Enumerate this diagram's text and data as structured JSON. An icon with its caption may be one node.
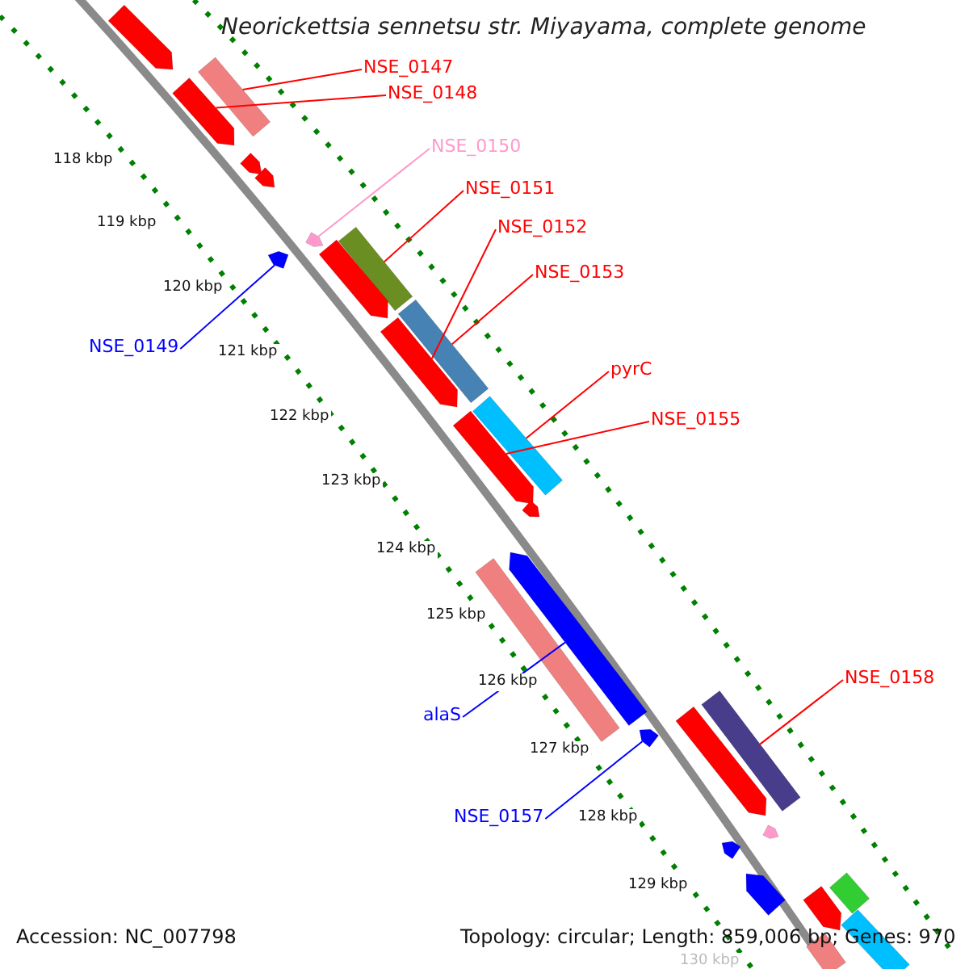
{
  "diagram": {
    "title": "Neorickettsia sennetsu str. Miyayama, complete genome",
    "nodes": [
      {
        "text": [
          "NSE_0147"
        ]
      },
      {
        "text": [
          "NSE_0148"
        ]
      },
      {
        "text": [
          "NSE_0150"
        ]
      },
      {
        "text": [
          "NSE_0151"
        ]
      },
      {
        "text": [
          "NSE_0152"
        ]
      },
      {
        "text": [
          "NSE_0153"
        ]
      },
      {
        "text": [
          "NSE_0149"
        ]
      },
      {
        "text": [
          "pyrC"
        ]
      },
      {
        "text": [
          "NSE_0155"
        ]
      },
      {
        "text": [
          "NSE_0158"
        ]
      },
      {
        "text": [
          "alaS"
        ]
      },
      {
        "text": [
          "NSE_0157"
        ]
      },
      {
        "text": [],
        "shape": "arrow"
      },
      {
        "text": [],
        "shape": "bar"
      },
      {
        "text": [],
        "shape": "arrow"
      },
      {
        "text": [],
        "shape": "arrow"
      },
      {
        "text": [],
        "shape": "arrow"
      },
      {
        "text": [],
        "shape": "arrow"
      },
      {
        "text": [],
        "shape": "arrow"
      },
      {
        "text": [],
        "shape": "bar"
      },
      {
        "text": [],
        "shape": "arrow"
      },
      {
        "text": [],
        "shape": "bar"
      },
      {
        "text": [],
        "shape": "arrow"
      },
      {
        "text": [],
        "shape": "bar"
      },
      {
        "text": [],
        "shape": "arrow"
      },
      {
        "text": [],
        "shape": "arrow"
      },
      {
        "text": [],
        "shape": "arrow"
      },
      {
        "text": [],
        "shape": "bar"
      },
      {
        "text": [],
        "shape": "arrow"
      },
      {
        "text": [],
        "shape": "bar"
      },
      {
        "text": [],
        "shape": "arrow"
      },
      {
        "text": [],
        "shape": "arrow"
      },
      {
        "text": [],
        "shape": "arrow"
      },
      {
        "text": [],
        "shape": "arrow"
      },
      {
        "text": [],
        "shape": "bar"
      },
      {
        "text": [],
        "shape": "arrow"
      },
      {
        "text": [],
        "shape": "bar"
      },
      {
        "text": [],
        "shape": "bar"
      }
    ],
    "edges": [
      {
        "from": 0,
        "to": 13,
        "arrow": "none"
      },
      {
        "from": 1,
        "to": 14,
        "arrow": "none"
      },
      {
        "from": 2,
        "to": 17,
        "arrow": "none",
        "color": "#ff99cc"
      },
      {
        "from": 3,
        "to": 19,
        "arrow": "none"
      },
      {
        "from": 4,
        "to": 22,
        "arrow": "none"
      },
      {
        "from": 5,
        "to": 21,
        "arrow": "none"
      },
      {
        "from": 6,
        "to": 18,
        "arrow": "none",
        "color": "#0000ff"
      },
      {
        "from": 7,
        "to": 23,
        "arrow": "none"
      },
      {
        "from": 8,
        "to": 24,
        "arrow": "none"
      },
      {
        "from": 9,
        "to": 29,
        "arrow": "none"
      },
      {
        "from": 10,
        "to": 26,
        "arrow": "none",
        "color": "#0000ff"
      },
      {
        "from": 11,
        "to": 28,
        "arrow": "none",
        "color": "#0000ff"
      }
    ],
    "labels": [
      "118 kbp",
      "119 kbp",
      "120 kbp",
      "121 kbp",
      "122 kbp",
      "123 kbp",
      "124 kbp",
      "125 kbp",
      "126 kbp",
      "127 kbp",
      "128 kbp",
      "129 kbp",
      "130 kbp",
      "Accession: NC_007798",
      "Topology: circular; Length: 859,006 bp; Genes: 970"
    ]
  }
}
